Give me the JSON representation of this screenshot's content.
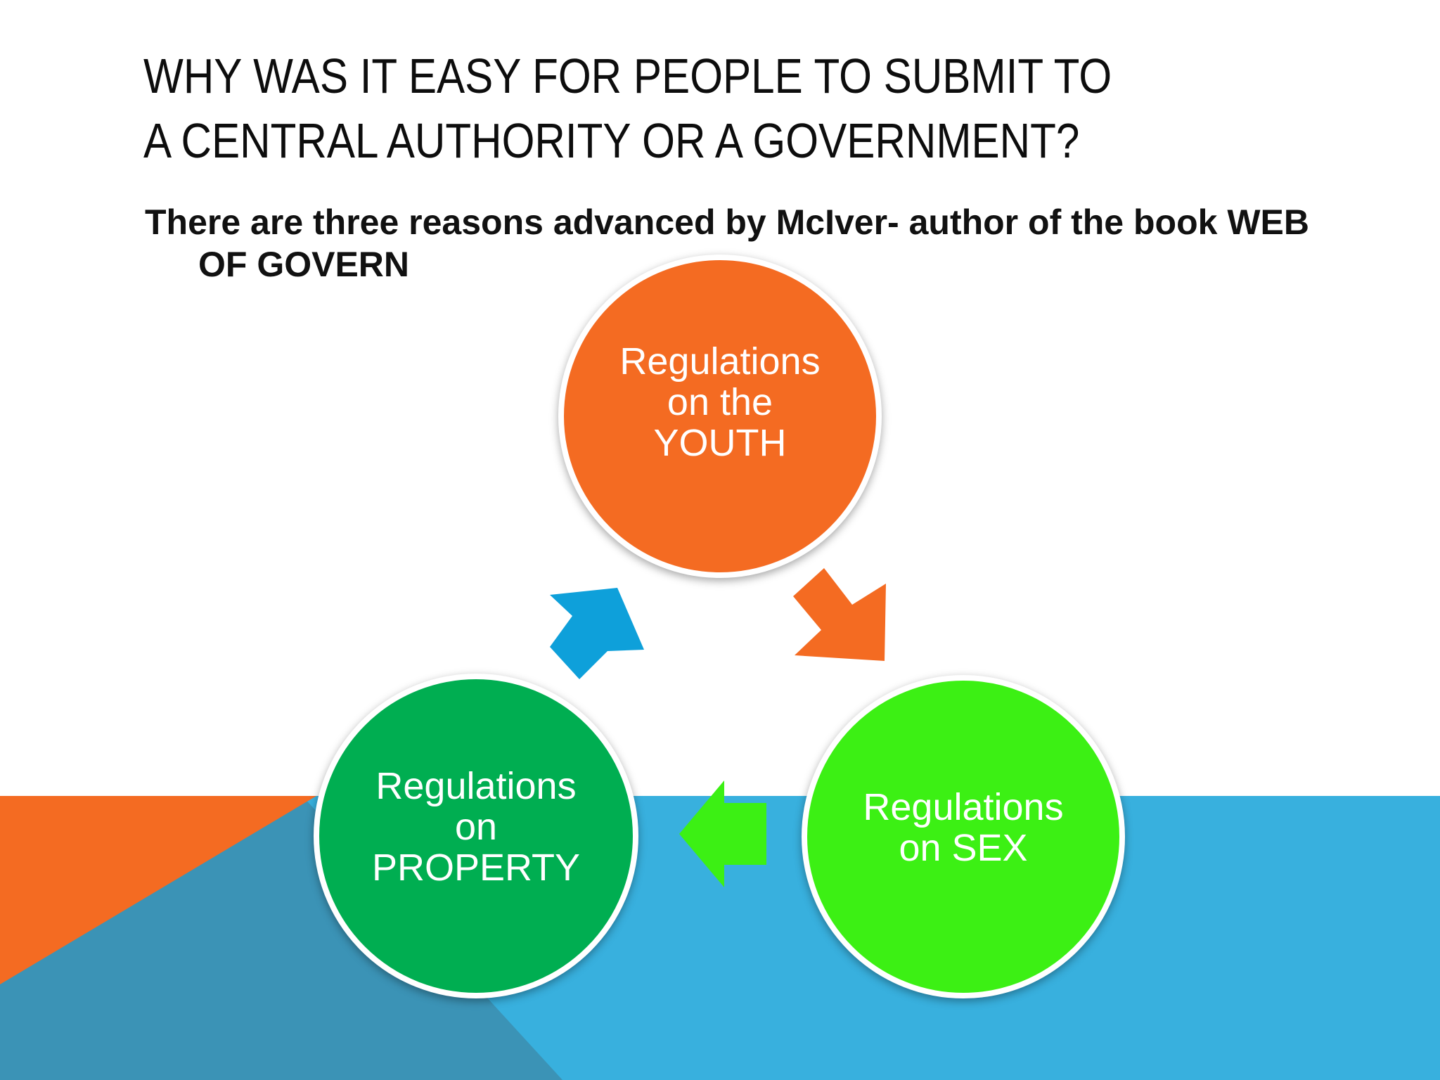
{
  "slide": {
    "title_line1": "Why was it easy for people to submit to",
    "title_line2": "a central authority or a government?",
    "subtitle": "There are three reasons advanced by McIver- author of the book WEB OF GOVERN"
  },
  "cycle": {
    "nodes": [
      {
        "label": "Regulations on the YOUTH",
        "color": "#f46b22"
      },
      {
        "label": "Regulations on SEX",
        "color": "#3cf014"
      },
      {
        "label": "Regulations on PROPERTY",
        "color": "#00ae51"
      }
    ],
    "arrow_colors": {
      "youth_to_sex": "#f46b22",
      "sex_to_property": "#3cf014",
      "property_to_youth": "#0ea0da"
    }
  },
  "colors": {
    "background": "#ffffff",
    "accent_orange": "#f46b22",
    "accent_blue": "#38b0de",
    "accent_steel": "#3b93b6"
  }
}
